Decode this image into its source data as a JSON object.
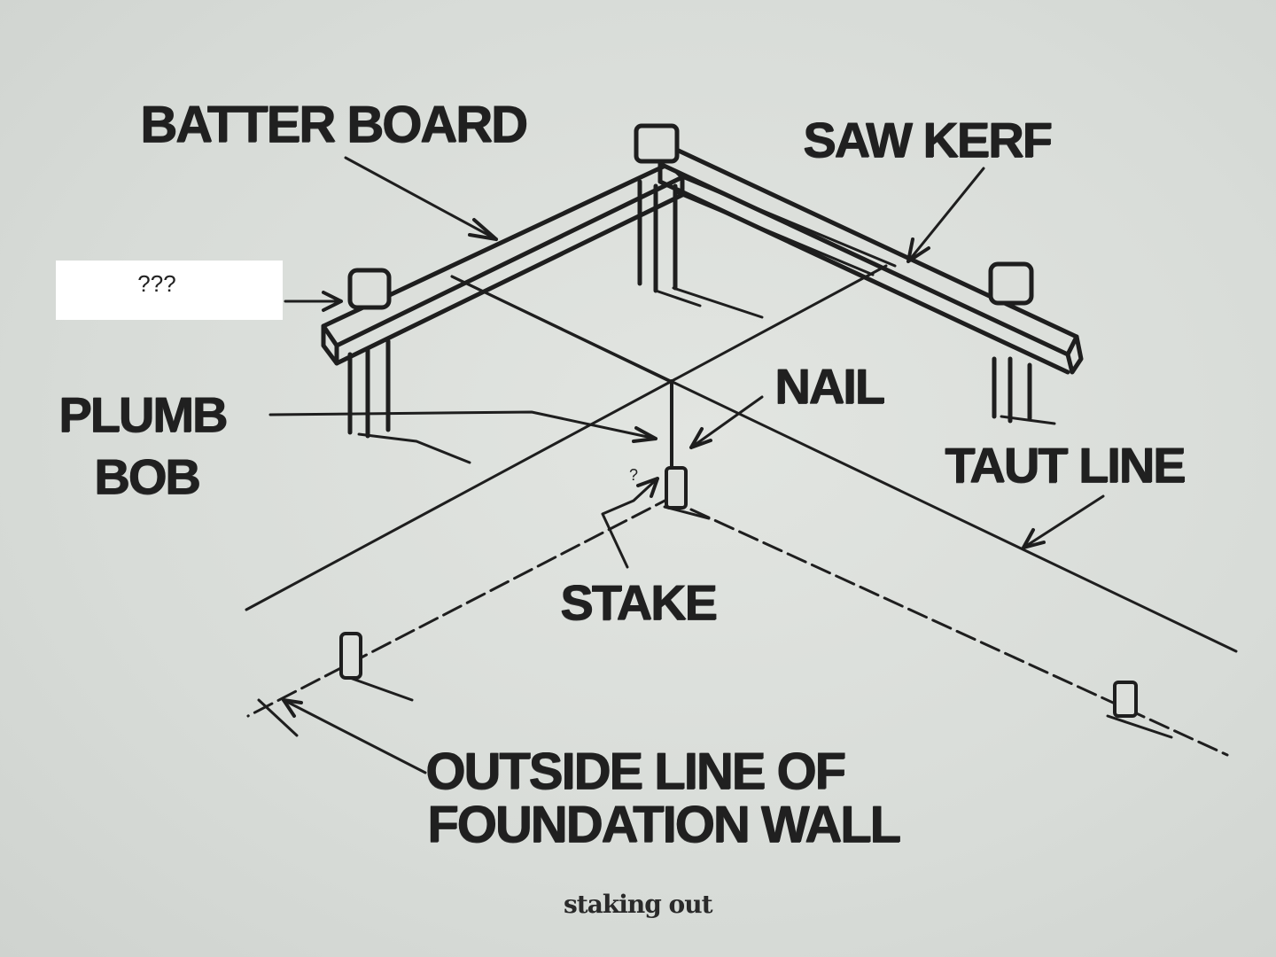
{
  "labels": {
    "batter_board": "BATTER BOARD",
    "saw_kerf": "SAW KERF",
    "nail": "NAIL",
    "plumb": "PLUMB",
    "bob": "BOB",
    "taut_line": "TAUT LINE",
    "stake": "STAKE",
    "outside_line_1": "OUTSIDE LINE OF",
    "outside_line_2": "FOUNDATION WALL",
    "caption": "staking out",
    "hidden_label": "???",
    "small_mark": "?"
  }
}
